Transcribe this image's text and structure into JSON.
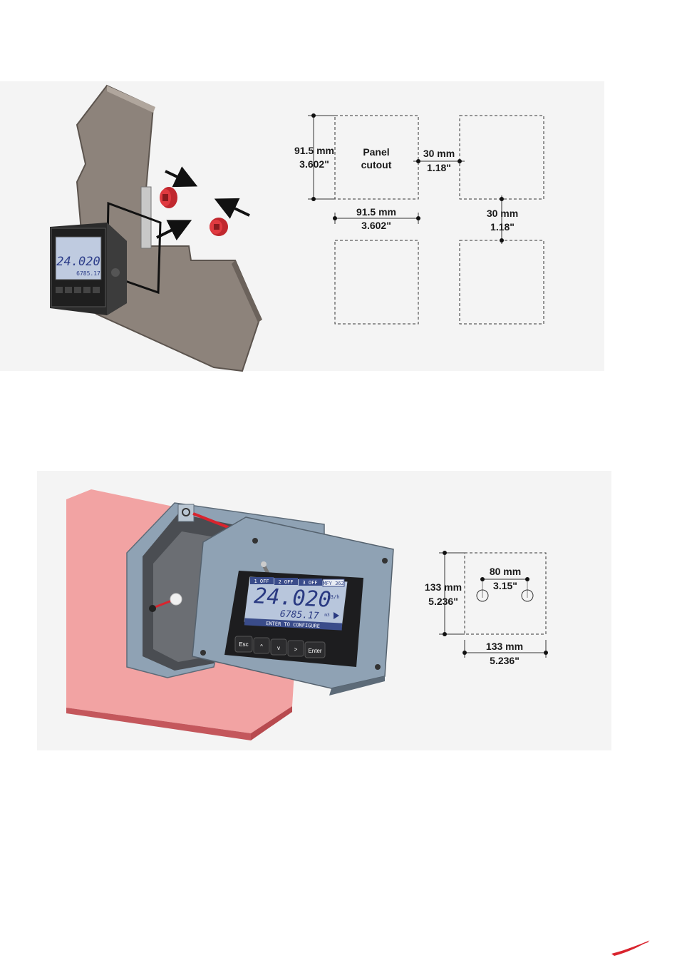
{
  "panel_mount": {
    "meter_display": {
      "main_value": "24.020",
      "sub_value": "6785.17"
    },
    "cutout": {
      "label_line1": "Panel",
      "label_line2": "cutout",
      "height_mm": "91.5 mm",
      "height_in": "3.602\"",
      "width_mm": "91.5 mm",
      "width_in": "3.602\"",
      "h_spacing_mm": "30 mm",
      "h_spacing_in": "1.18\"",
      "v_spacing_mm": "30 mm",
      "v_spacing_in": "1.18\""
    }
  },
  "wall_mount": {
    "meter_display": {
      "status": [
        "1 OFF",
        "2 OFF",
        "3 OFF",
        "MFY 362"
      ],
      "main_value": "24.020",
      "main_unit": "m3/h",
      "sub_value": "6785.17",
      "sub_unit": "m3",
      "footer": "ENTER TO CONFIGURE"
    },
    "buttons": [
      "Esc",
      "^",
      "v",
      ">",
      "Enter"
    ],
    "template": {
      "hole_spacing_mm": "80 mm",
      "hole_spacing_in": "3.15\"",
      "height_mm": "133 mm",
      "height_in": "5.236\"",
      "width_mm": "133 mm",
      "width_in": "5.236\""
    }
  },
  "colors": {
    "accent_red": "#d9242e",
    "wall_pink": "#f4a7a7",
    "panel_board": "#8a8078"
  }
}
